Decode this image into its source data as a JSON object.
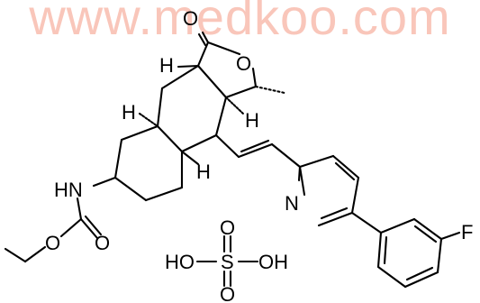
{
  "watermark": "www.medkoo.com",
  "atoms": {
    "carbonyl_o_top": "O",
    "ring_o": "O",
    "h1": "H",
    "h2": "H",
    "h3": "H",
    "h4": "H",
    "hn": "HN",
    "carbamate_o1": "O",
    "carbamate_o2": "O",
    "pyridine_n": "N",
    "fluorine": "F",
    "sulfate_ho_left": "HO",
    "sulfate_s": "S",
    "sulfate_oh_right": "OH",
    "sulfate_o_top": "O",
    "sulfate_o_bottom": "O"
  }
}
